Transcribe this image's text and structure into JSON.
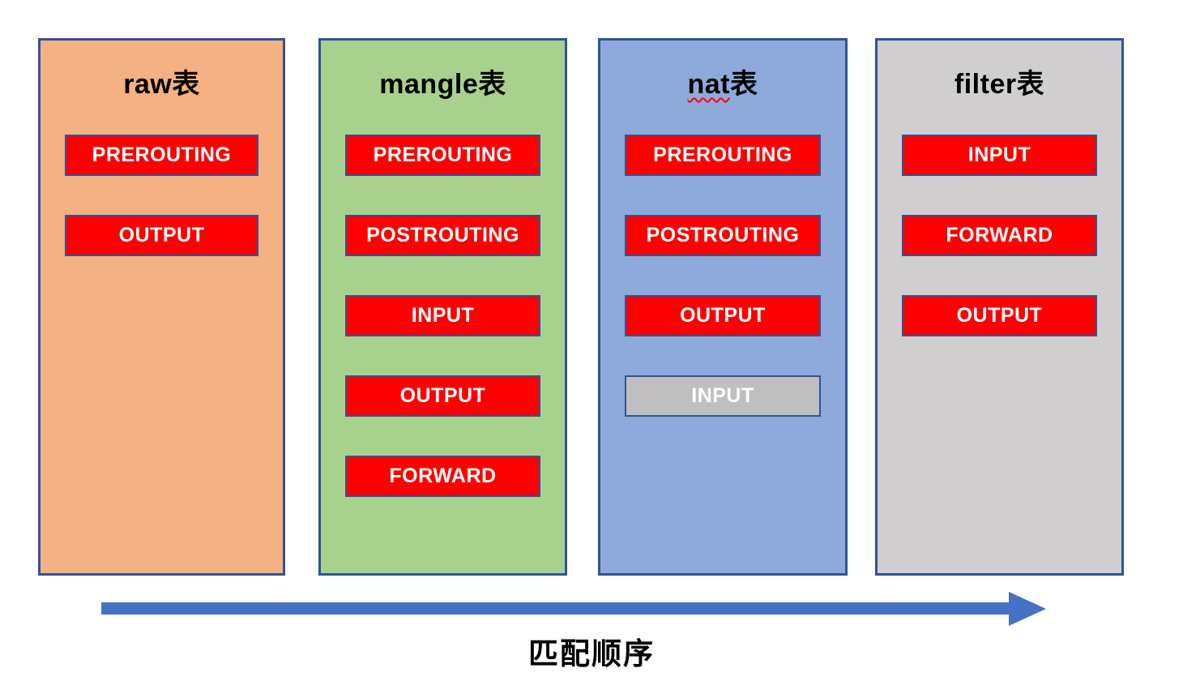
{
  "diagram": {
    "caption": "匹配顺序",
    "colors": {
      "border": "#2F5496",
      "chain_red": "#FF0000",
      "chain_gray": "#BFBFBF",
      "chain_text": "#FFFFFF",
      "title_text": "#000000",
      "arrow": "#4472C4",
      "squiggle": "#FF0000",
      "raw_bg": "#F4B183",
      "mangle_bg": "#A9D18E",
      "nat_bg": "#8EAADB",
      "filter_bg": "#D0CECE"
    },
    "tables": [
      {
        "id": "raw",
        "title_latin": "raw",
        "title_cjk": "表",
        "bg": "#F4B183",
        "misspell_underline": false,
        "chains": [
          {
            "label": "PREROUTING",
            "variant": "red"
          },
          {
            "label": "OUTPUT",
            "variant": "red"
          }
        ]
      },
      {
        "id": "mangle",
        "title_latin": "mangle",
        "title_cjk": "表",
        "bg": "#A9D18E",
        "misspell_underline": false,
        "chains": [
          {
            "label": "PREROUTING",
            "variant": "red"
          },
          {
            "label": "POSTROUTING",
            "variant": "red"
          },
          {
            "label": "INPUT",
            "variant": "red"
          },
          {
            "label": "OUTPUT",
            "variant": "red"
          },
          {
            "label": "FORWARD",
            "variant": "red"
          }
        ]
      },
      {
        "id": "nat",
        "title_latin": "nat",
        "title_cjk": "表",
        "bg": "#8EAADB",
        "misspell_underline": true,
        "chains": [
          {
            "label": "PREROUTING",
            "variant": "red"
          },
          {
            "label": "POSTROUTING",
            "variant": "red"
          },
          {
            "label": "OUTPUT",
            "variant": "red"
          },
          {
            "label": "INPUT",
            "variant": "gray"
          }
        ]
      },
      {
        "id": "filter",
        "title_latin": "filter",
        "title_cjk": "表",
        "bg": "#D0CECE",
        "misspell_underline": false,
        "chains": [
          {
            "label": "INPUT",
            "variant": "red"
          },
          {
            "label": "FORWARD",
            "variant": "red"
          },
          {
            "label": "OUTPUT",
            "variant": "red"
          }
        ]
      }
    ]
  }
}
